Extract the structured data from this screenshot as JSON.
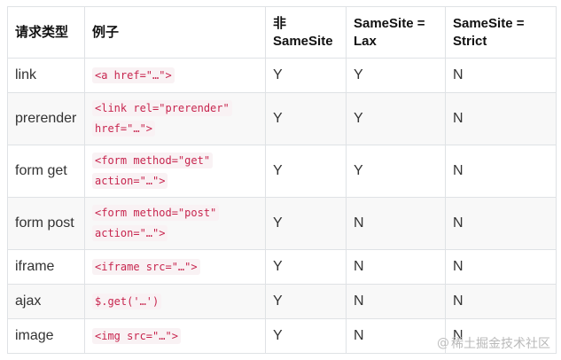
{
  "table": {
    "headers": [
      "请求类型",
      "例子",
      "非\nSameSite",
      "SameSite =\nLax",
      "SameSite =\nStrict"
    ],
    "rows": [
      {
        "type": "link",
        "example": "<a href=\"…\">",
        "non_samesite": "Y",
        "lax": "Y",
        "strict": "N"
      },
      {
        "type": "prerender",
        "example": "<link rel=\"prerender\"\nhref=\"…\">",
        "non_samesite": "Y",
        "lax": "Y",
        "strict": "N"
      },
      {
        "type": "form get",
        "example": "<form method=\"get\"\naction=\"…\">",
        "non_samesite": "Y",
        "lax": "Y",
        "strict": "N"
      },
      {
        "type": "form post",
        "example": "<form method=\"post\"\naction=\"…\">",
        "non_samesite": "Y",
        "lax": "N",
        "strict": "N"
      },
      {
        "type": "iframe",
        "example": "<iframe src=\"…\">",
        "non_samesite": "Y",
        "lax": "N",
        "strict": "N"
      },
      {
        "type": "ajax",
        "example": "$.get('…')",
        "non_samesite": "Y",
        "lax": "N",
        "strict": "N"
      },
      {
        "type": "image",
        "example": "<img src=\"…\">",
        "non_samesite": "Y",
        "lax": "N",
        "strict": "N"
      }
    ]
  },
  "watermark": {
    "icon": "at-sign-icon",
    "text": "稀土掘金技术社区"
  },
  "colors": {
    "code_text": "#c7254e",
    "code_background": "#f9f2f4",
    "border": "#dfe2e5",
    "striped_row": "#f8f8f8"
  }
}
